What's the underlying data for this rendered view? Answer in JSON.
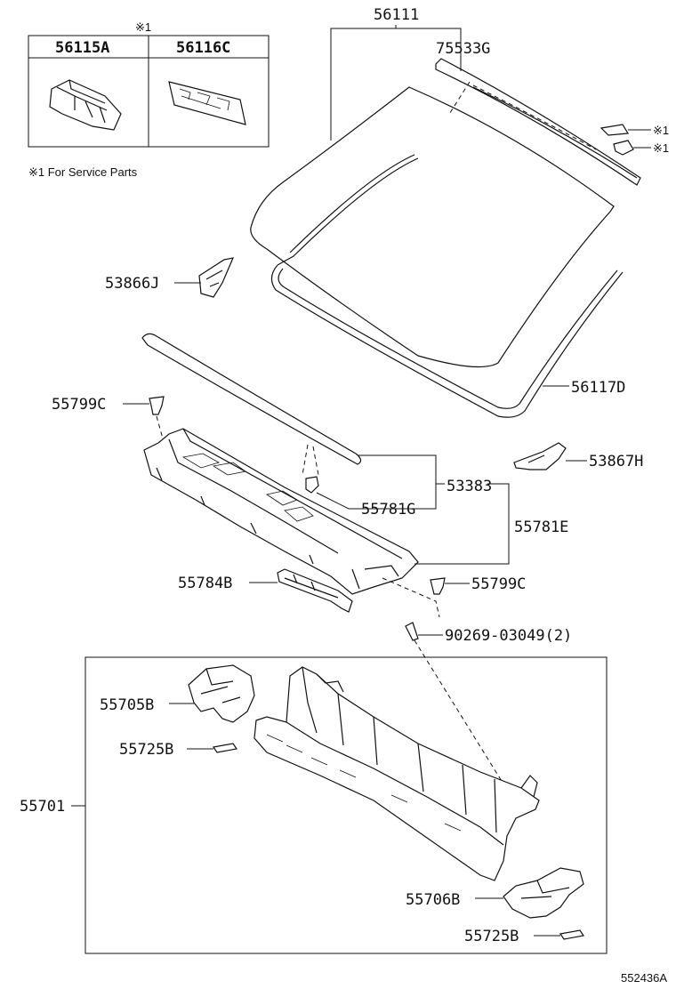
{
  "service_note": {
    "mark": "※1",
    "text": "※1 For Service Parts"
  },
  "service_table": {
    "col1": "56115A",
    "col2": "56116C"
  },
  "labels": {
    "p56111": "56111",
    "p75533G": "75533G",
    "mark_a": "※1",
    "mark_b": "※1",
    "p53866J": "53866J",
    "p56117D": "56117D",
    "p55799C_top": "55799C",
    "p53867H": "53867H",
    "p53383": "53383",
    "p55781G": "55781G",
    "p55781E": "55781E",
    "p55784B": "55784B",
    "p55799C_bot": "55799C",
    "p90269": "90269-03049(2)",
    "p55705B": "55705B",
    "p55725B_a": "55725B",
    "p55701": "55701",
    "p55706B": "55706B",
    "p55725B_b": "55725B"
  },
  "figure_id": "552436A"
}
